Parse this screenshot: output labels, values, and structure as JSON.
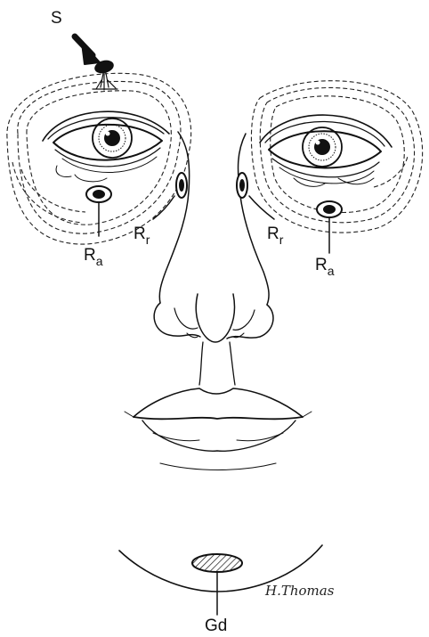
{
  "labels": {
    "top": "S",
    "right_ra_main": "R",
    "right_ra_sub": "a",
    "right_rr_main": "R",
    "right_rr_sub": "r",
    "left_rr_main": "R",
    "left_rr_sub": "r",
    "left_ra_main": "R",
    "left_ra_sub": "a",
    "chin": "Gd"
  },
  "signature": "H.Thomas",
  "colors": {
    "ink": "#111111",
    "paper": "#ffffff"
  }
}
